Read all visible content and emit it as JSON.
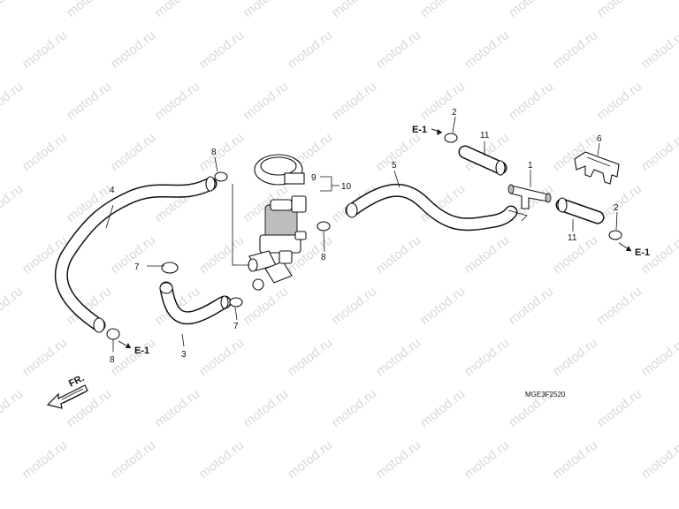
{
  "watermark": "motod.ru",
  "diagram_code": "MGE3F2520",
  "front_marker": "FR.",
  "callouts": {
    "c1": "1",
    "c2_top": "2",
    "c2_right": "2",
    "c3": "3",
    "c4": "4",
    "c5": "5",
    "c6": "6",
    "c7_left": "7",
    "c7_bottom": "7",
    "c8_top": "8",
    "c8_mid": "8",
    "c8_bottom": "8",
    "c9": "9",
    "c10": "10",
    "c11_top": "11",
    "c11_bottom": "11"
  },
  "refs": {
    "e1_top": "E-1",
    "e1_right": "E-1",
    "e1_bottom": "E-1"
  }
}
